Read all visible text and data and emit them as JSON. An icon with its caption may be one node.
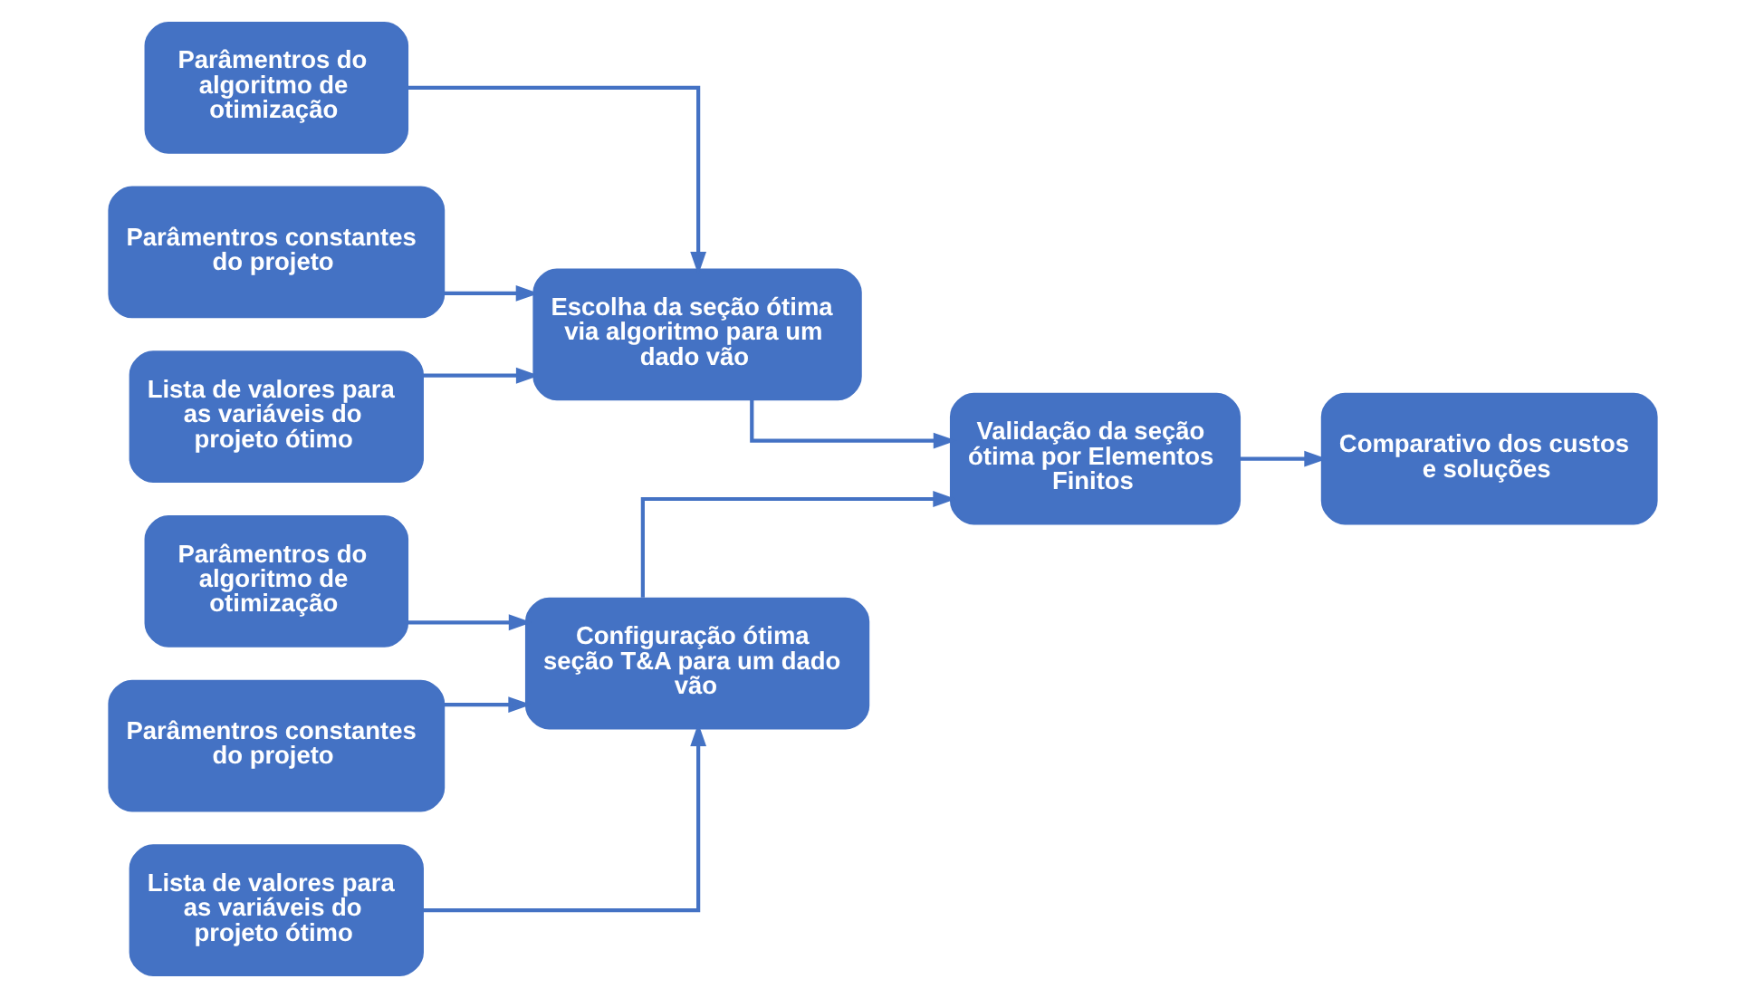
{
  "diagram": {
    "nodes": [
      {
        "text": [
          "Parâmentros do algoritmo de otimização"
        ]
      },
      {
        "text": [
          "Parâmentros constantes do projeto"
        ]
      },
      {
        "text": [
          "Lista de valores para as variáveis do projeto ótimo"
        ]
      },
      {
        "text": [
          "Escolha da seção ótima via algoritmo para um dado vão"
        ]
      },
      {
        "text": [
          "Parâmentros do algoritmo de otimização"
        ]
      },
      {
        "text": [
          "Parâmentros constantes do projeto"
        ]
      },
      {
        "text": [
          "Lista de valores para as variáveis do projeto ótimo"
        ]
      },
      {
        "text": [
          "Configuração ótima seção T&A para um dado vão"
        ]
      },
      {
        "text": [
          "Validação da seção ótima por Elementos Finitos"
        ]
      },
      {
        "text": [
          "Comparativo dos custos e soluções"
        ]
      }
    ],
    "edges": [
      {
        "from": 0,
        "to": 3,
        "arrow": "to"
      },
      {
        "from": 1,
        "to": 3,
        "arrow": "to"
      },
      {
        "from": 2,
        "to": 3,
        "arrow": "to"
      },
      {
        "from": 4,
        "to": 7,
        "arrow": "to"
      },
      {
        "from": 5,
        "to": 7,
        "arrow": "to"
      },
      {
        "from": 6,
        "to": 7,
        "arrow": "to"
      },
      {
        "from": 3,
        "to": 8,
        "arrow": "to"
      },
      {
        "from": 7,
        "to": 8,
        "arrow": "to"
      },
      {
        "from": 8,
        "to": 9,
        "arrow": "to"
      }
    ]
  }
}
